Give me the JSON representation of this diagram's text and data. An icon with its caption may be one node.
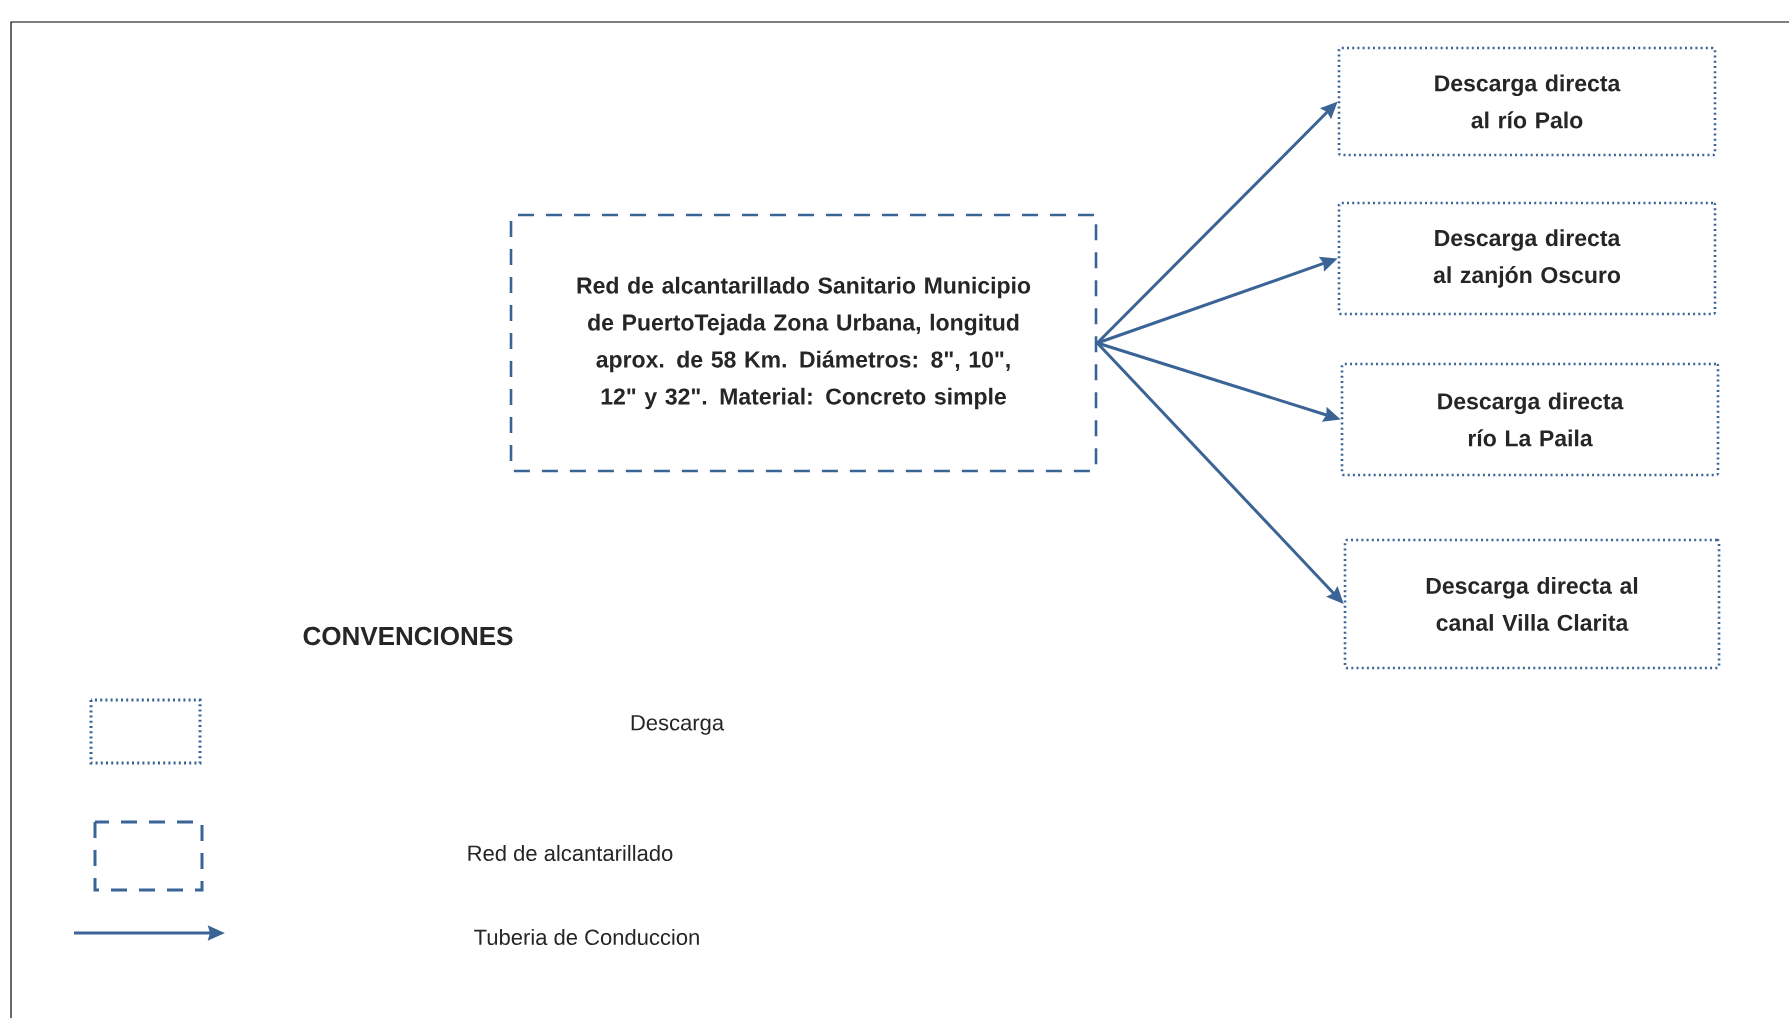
{
  "diagram": {
    "nodes": [
      {
        "text": [
          "Red de alcantarillado Sanitario Municipio de PuertoTejada Zona Urbana, longitud aprox. de 58 Km. Diámetros: 8\", 10\", 12\" y 32\". Material: Concreto simple"
        ]
      },
      {
        "text": [
          "Descarga directa al río Palo"
        ]
      },
      {
        "text": [
          "Descarga directa al zanjón Oscuro"
        ]
      },
      {
        "text": [
          "Descarga directa río La Paila"
        ]
      },
      {
        "text": [
          "Descarga directa al canal Villa Clarita"
        ]
      }
    ],
    "edges": [
      {
        "from": 0,
        "to": 1,
        "arrow": "to"
      },
      {
        "from": 0,
        "to": 2,
        "arrow": "to"
      },
      {
        "from": 0,
        "to": 3,
        "arrow": "to"
      },
      {
        "from": 0,
        "to": 4,
        "arrow": "to"
      }
    ],
    "labels": [
      "CONVENCIONES"
    ],
    "legend": [
      {
        "text": "Descarga"
      },
      {
        "text": "Red de alcantarillado"
      },
      {
        "text": "Tuberia de Conduccion"
      }
    ]
  }
}
